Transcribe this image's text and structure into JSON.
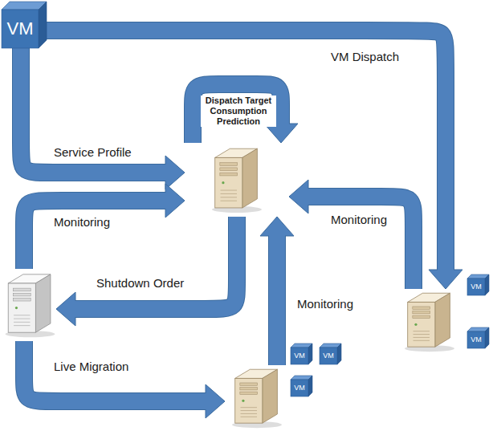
{
  "diagram": {
    "nodes": [
      {
        "text": [
          "VM"
        ]
      },
      {
        "text": []
      },
      {
        "text": []
      },
      {
        "text": []
      },
      {
        "text": [
          "VM"
        ]
      },
      {
        "text": [
          "VM"
        ]
      },
      {
        "text": [
          "VM"
        ]
      },
      {
        "text": []
      },
      {
        "text": [
          "VM"
        ]
      },
      {
        "text": [
          "VM"
        ]
      }
    ],
    "edges": [
      {
        "from": 0,
        "to": 1,
        "arrow": "to",
        "label": "Service Profile"
      },
      {
        "from": 0,
        "to": 7,
        "arrow": "to",
        "label": "VM Dispatch"
      },
      {
        "from": 1,
        "to": 1,
        "arrow": "to",
        "label": "Dispatch Target Consumption Prediction"
      },
      {
        "from": 2,
        "to": 1,
        "arrow": "to",
        "label": "Monitoring"
      },
      {
        "from": 1,
        "to": 2,
        "arrow": "to",
        "label": "Shutdown Order"
      },
      {
        "from": 2,
        "to": 3,
        "arrow": "to",
        "label": "Live Migration"
      },
      {
        "from": 3,
        "to": 1,
        "arrow": "to",
        "label": "Monitoring"
      },
      {
        "from": 7,
        "to": 1,
        "arrow": "to",
        "label": "Monitoring"
      }
    ]
  }
}
